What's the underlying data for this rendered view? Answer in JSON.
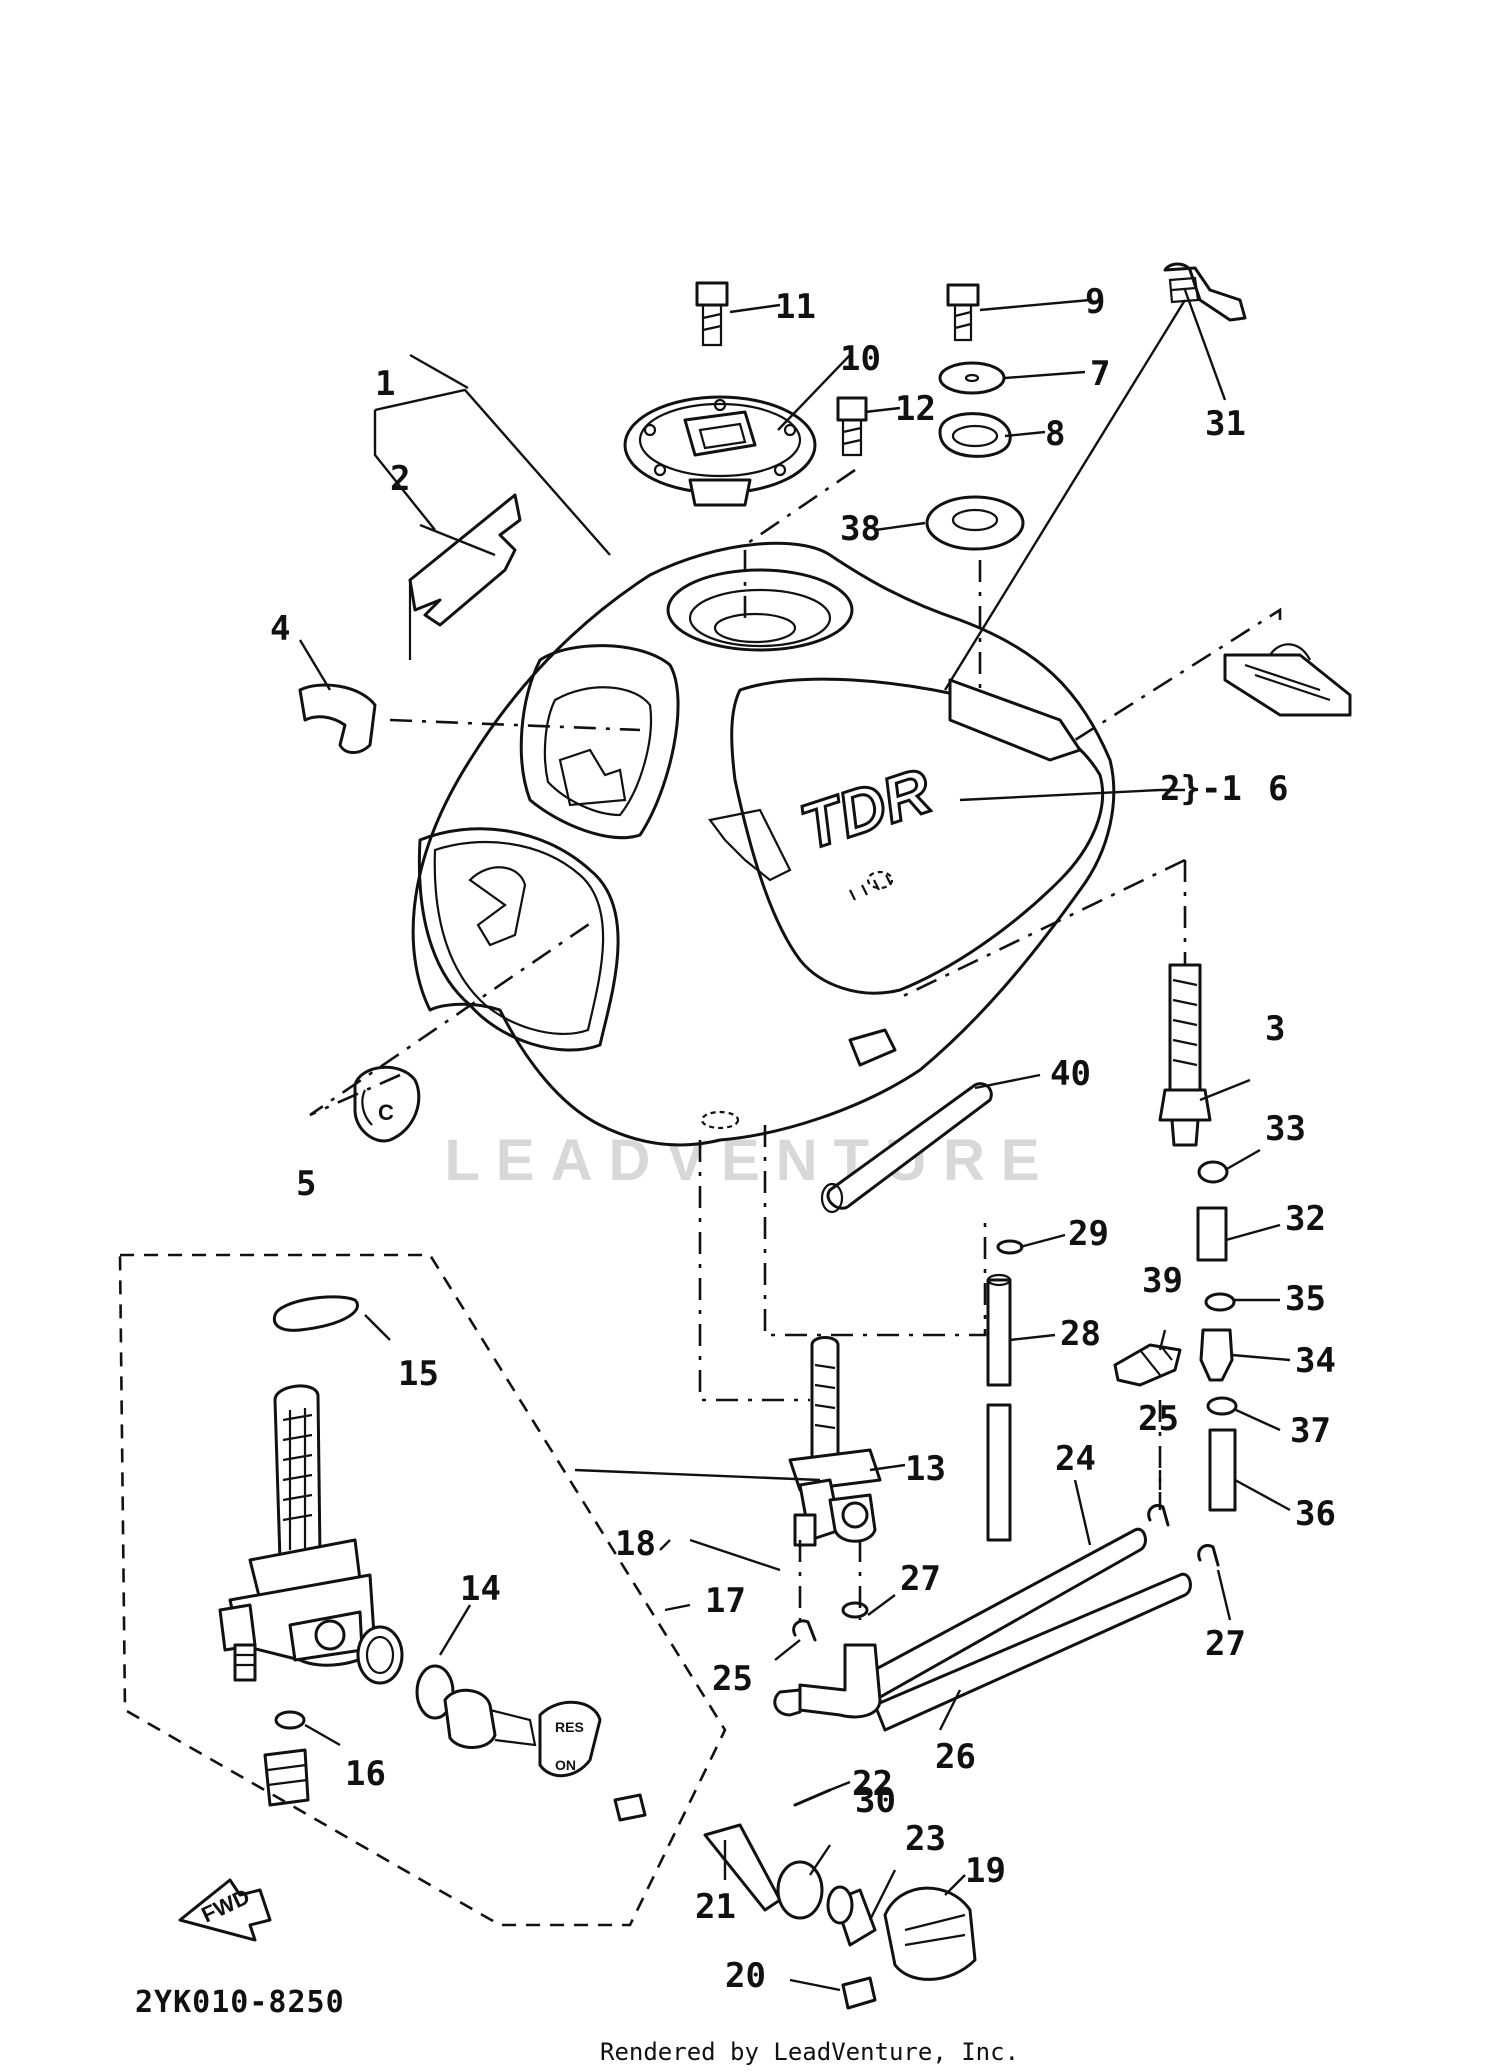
{
  "diagram": {
    "drawing_code": "2YK010-8250",
    "credit": "Rendered by LeadVenture, Inc.",
    "watermark": "LEADVENTURE",
    "fwd_label": "FWD",
    "tank_brand": "TDR",
    "dial_marks": [
      "RES",
      "ON"
    ],
    "callouts": [
      {
        "id": "c1",
        "text": "1"
      },
      {
        "id": "c2",
        "text": "2"
      },
      {
        "id": "c2b",
        "text": "2}-1"
      },
      {
        "id": "c3",
        "text": "3"
      },
      {
        "id": "c4",
        "text": "4"
      },
      {
        "id": "c5",
        "text": "5"
      },
      {
        "id": "c6",
        "text": "6"
      },
      {
        "id": "c7",
        "text": "7"
      },
      {
        "id": "c8",
        "text": "8"
      },
      {
        "id": "c9",
        "text": "9"
      },
      {
        "id": "c10",
        "text": "10"
      },
      {
        "id": "c11",
        "text": "11"
      },
      {
        "id": "c12",
        "text": "12"
      },
      {
        "id": "c13",
        "text": "13"
      },
      {
        "id": "c14",
        "text": "14"
      },
      {
        "id": "c15",
        "text": "15"
      },
      {
        "id": "c16",
        "text": "16"
      },
      {
        "id": "c17",
        "text": "17"
      },
      {
        "id": "c18",
        "text": "18"
      },
      {
        "id": "c19",
        "text": "19"
      },
      {
        "id": "c20",
        "text": "20"
      },
      {
        "id": "c21",
        "text": "21"
      },
      {
        "id": "c22",
        "text": "22"
      },
      {
        "id": "c23",
        "text": "23"
      },
      {
        "id": "c24",
        "text": "24"
      },
      {
        "id": "c25a",
        "text": "25"
      },
      {
        "id": "c25b",
        "text": "25"
      },
      {
        "id": "c26",
        "text": "26"
      },
      {
        "id": "c27a",
        "text": "27"
      },
      {
        "id": "c27b",
        "text": "27"
      },
      {
        "id": "c28",
        "text": "28"
      },
      {
        "id": "c29",
        "text": "29"
      },
      {
        "id": "c30",
        "text": "30"
      },
      {
        "id": "c31",
        "text": "31"
      },
      {
        "id": "c32",
        "text": "32"
      },
      {
        "id": "c33",
        "text": "33"
      },
      {
        "id": "c34",
        "text": "34"
      },
      {
        "id": "c35",
        "text": "35"
      },
      {
        "id": "c36",
        "text": "36"
      },
      {
        "id": "c37",
        "text": "37"
      },
      {
        "id": "c38",
        "text": "38"
      },
      {
        "id": "c39",
        "text": "39"
      },
      {
        "id": "c40",
        "text": "40"
      }
    ]
  }
}
